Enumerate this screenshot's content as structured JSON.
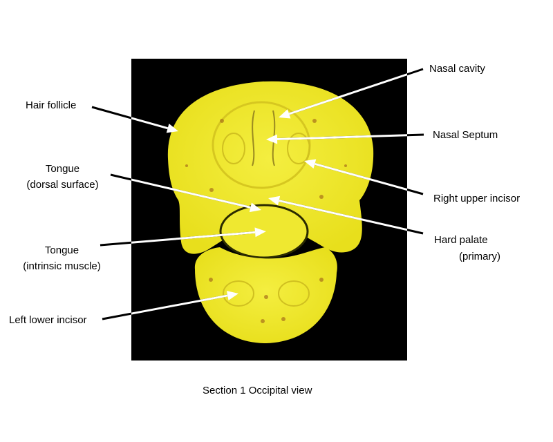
{
  "labels": {
    "hair_follicle": "Hair follicle",
    "nasal_cavity": "Nasal cavity",
    "nasal_septum": "Nasal Septum",
    "tongue_dorsal_1": "Tongue",
    "tongue_dorsal_2": "(dorsal surface)",
    "right_upper_incisor": "Right upper incisor",
    "hard_palate_1": "Hard palate",
    "hard_palate_2": "(primary)",
    "tongue_intrinsic_1": "Tongue",
    "tongue_intrinsic_2": "(intrinsic muscle)",
    "left_lower_incisor": "Left lower incisor"
  },
  "caption": "Section 1 Occipital view",
  "colors": {
    "background": "#000000",
    "tissue": "#f2ec2a",
    "leader_outside": "#000000",
    "leader_inside": "#ffffff"
  }
}
